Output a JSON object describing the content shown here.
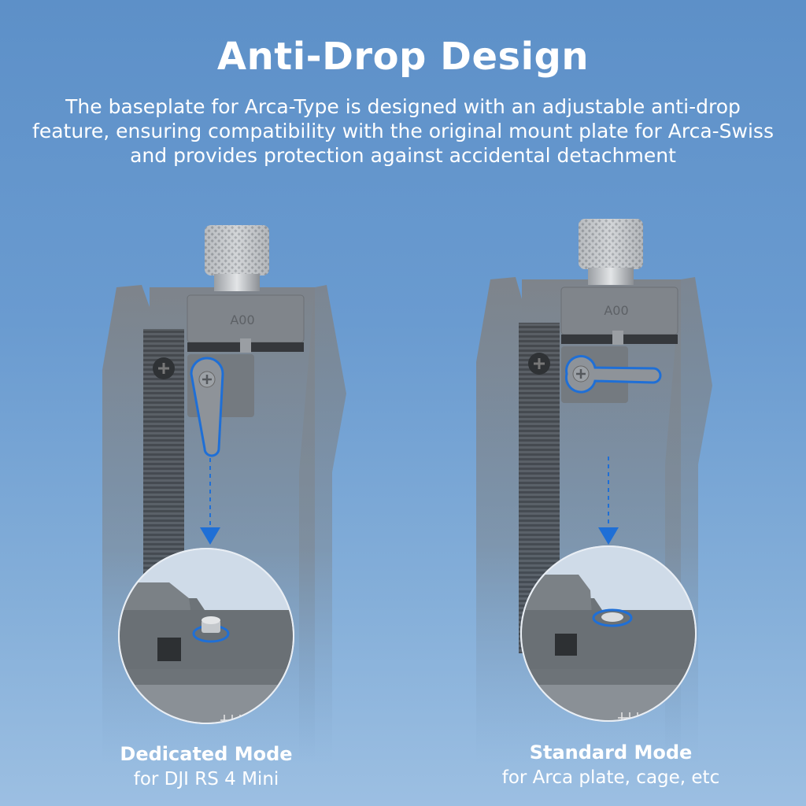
{
  "header": {
    "title": "Anti-Drop Design",
    "description": "The baseplate for Arca-Type is designed with an adjustable anti-drop feature, ensuring compatibility with the original mount plate for Arca-Swiss and provides protection against accidental detachment"
  },
  "modes": [
    {
      "name": "Dedicated Mode",
      "subtitle": "for DJI RS 4 Mini",
      "clamp_marking": "A00"
    },
    {
      "name": "Standard Mode",
      "subtitle": "for Arca plate, cage, etc",
      "clamp_marking": "A00"
    }
  ],
  "colors": {
    "accent": "#1f6fd6",
    "background_top": "#5d90c8",
    "background_bottom": "#9cbfe2",
    "metal": "#80868c"
  }
}
